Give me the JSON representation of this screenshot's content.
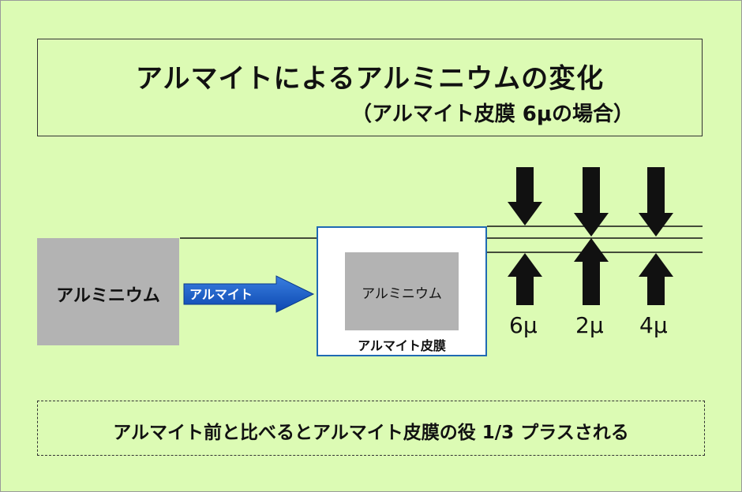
{
  "title": "アルマイトによるアルミニウムの変化",
  "subtitle": "（アルマイト皮膜 6μの場合）",
  "blocks": {
    "aluminum_before": "アルミニウム",
    "process_arrow": "アルマイト",
    "aluminum_after": "アルミニウム",
    "anodized_film": "アルマイト皮膜"
  },
  "thickness": {
    "total": "6μ",
    "inward": "2μ",
    "outward": "4μ"
  },
  "note": "アルマイト前と比べるとアルマイト皮膜の役 1/3 プラスされる",
  "colors": {
    "background": "#dcfbb4",
    "aluminum_gray": "#b3b3b3",
    "film_border": "#1f6ab3",
    "arrow_blue": "#1155c4"
  }
}
